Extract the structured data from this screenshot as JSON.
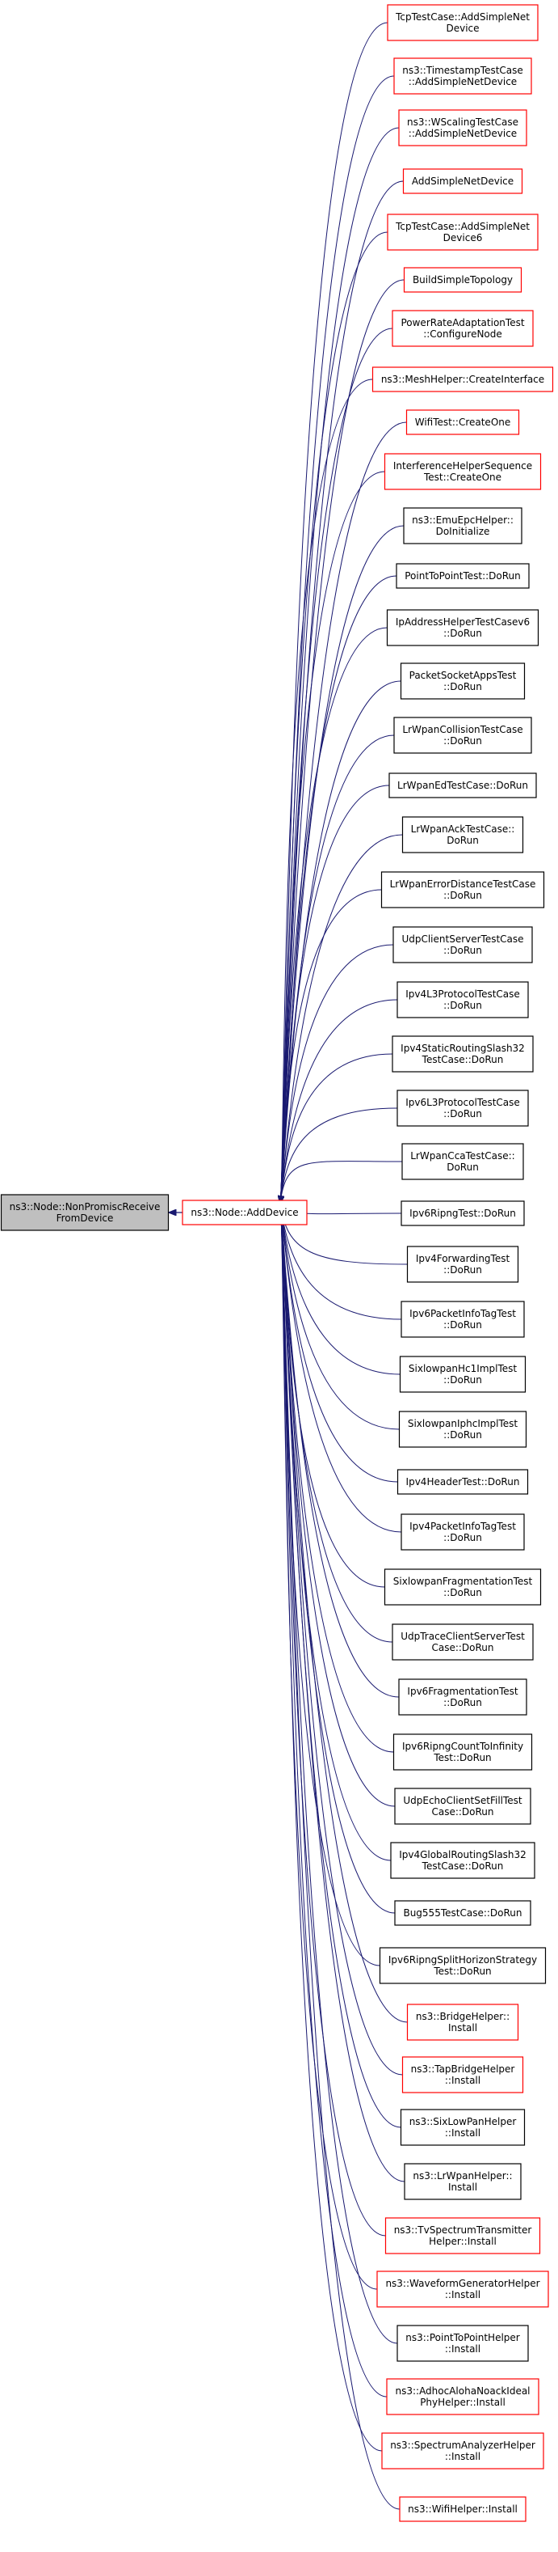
{
  "colors": {
    "edge": "#191970",
    "link_border": "#ff0000",
    "plain_border": "#000000",
    "root_fill": "#bfbfbf",
    "node_fill": "#ffffff"
  },
  "root": {
    "lines": [
      "ns3::Node::NonPromiscReceive",
      "FromDevice"
    ]
  },
  "center": {
    "lines": [
      "ns3::Node::AddDevice"
    ],
    "style": "link"
  },
  "callers": [
    {
      "lines": [
        "TcpTestCase::AddSimpleNet",
        "Device"
      ],
      "style": "link"
    },
    {
      "lines": [
        "ns3::TimestampTestCase",
        "::AddSimpleNetDevice"
      ],
      "style": "link"
    },
    {
      "lines": [
        "ns3::WScalingTestCase",
        "::AddSimpleNetDevice"
      ],
      "style": "link"
    },
    {
      "lines": [
        "AddSimpleNetDevice"
      ],
      "style": "link"
    },
    {
      "lines": [
        "TcpTestCase::AddSimpleNet",
        "Device6"
      ],
      "style": "link"
    },
    {
      "lines": [
        "BuildSimpleTopology"
      ],
      "style": "link"
    },
    {
      "lines": [
        "PowerRateAdaptationTest",
        "::ConfigureNode"
      ],
      "style": "link"
    },
    {
      "lines": [
        "ns3::MeshHelper::CreateInterface"
      ],
      "style": "link"
    },
    {
      "lines": [
        "WifiTest::CreateOne"
      ],
      "style": "link"
    },
    {
      "lines": [
        "InterferenceHelperSequence",
        "Test::CreateOne"
      ],
      "style": "link"
    },
    {
      "lines": [
        "ns3::EmuEpcHelper::",
        "DoInitialize"
      ],
      "style": "plain"
    },
    {
      "lines": [
        "PointToPointTest::DoRun"
      ],
      "style": "plain"
    },
    {
      "lines": [
        "IpAddressHelperTestCasev6",
        "::DoRun"
      ],
      "style": "plain"
    },
    {
      "lines": [
        "PacketSocketAppsTest",
        "::DoRun"
      ],
      "style": "plain"
    },
    {
      "lines": [
        "LrWpanCollisionTestCase",
        "::DoRun"
      ],
      "style": "plain"
    },
    {
      "lines": [
        "LrWpanEdTestCase::DoRun"
      ],
      "style": "plain"
    },
    {
      "lines": [
        "LrWpanAckTestCase::",
        "DoRun"
      ],
      "style": "plain"
    },
    {
      "lines": [
        "LrWpanErrorDistanceTestCase",
        "::DoRun"
      ],
      "style": "plain"
    },
    {
      "lines": [
        "UdpClientServerTestCase",
        "::DoRun"
      ],
      "style": "plain"
    },
    {
      "lines": [
        "Ipv4L3ProtocolTestCase",
        "::DoRun"
      ],
      "style": "plain"
    },
    {
      "lines": [
        "Ipv4StaticRoutingSlash32",
        "TestCase::DoRun"
      ],
      "style": "plain"
    },
    {
      "lines": [
        "Ipv6L3ProtocolTestCase",
        "::DoRun"
      ],
      "style": "plain"
    },
    {
      "lines": [
        "LrWpanCcaTestCase::",
        "DoRun"
      ],
      "style": "plain"
    },
    {
      "lines": [
        "Ipv6RipngTest::DoRun"
      ],
      "style": "plain"
    },
    {
      "lines": [
        "Ipv4ForwardingTest",
        "::DoRun"
      ],
      "style": "plain"
    },
    {
      "lines": [
        "Ipv6PacketInfoTagTest",
        "::DoRun"
      ],
      "style": "plain"
    },
    {
      "lines": [
        "SixlowpanHc1ImplTest",
        "::DoRun"
      ],
      "style": "plain"
    },
    {
      "lines": [
        "SixlowpanIphcImplTest",
        "::DoRun"
      ],
      "style": "plain"
    },
    {
      "lines": [
        "Ipv4HeaderTest::DoRun"
      ],
      "style": "plain"
    },
    {
      "lines": [
        "Ipv4PacketInfoTagTest",
        "::DoRun"
      ],
      "style": "plain"
    },
    {
      "lines": [
        "SixlowpanFragmentationTest",
        "::DoRun"
      ],
      "style": "plain"
    },
    {
      "lines": [
        "UdpTraceClientServerTest",
        "Case::DoRun"
      ],
      "style": "plain"
    },
    {
      "lines": [
        "Ipv6FragmentationTest",
        "::DoRun"
      ],
      "style": "plain"
    },
    {
      "lines": [
        "Ipv6RipngCountToInfinity",
        "Test::DoRun"
      ],
      "style": "plain"
    },
    {
      "lines": [
        "UdpEchoClientSetFillTest",
        "Case::DoRun"
      ],
      "style": "plain"
    },
    {
      "lines": [
        "Ipv4GlobalRoutingSlash32",
        "TestCase::DoRun"
      ],
      "style": "plain"
    },
    {
      "lines": [
        "Bug555TestCase::DoRun"
      ],
      "style": "plain"
    },
    {
      "lines": [
        "Ipv6RipngSplitHorizonStrategy",
        "Test::DoRun"
      ],
      "style": "plain"
    },
    {
      "lines": [
        "ns3::BridgeHelper::",
        "Install"
      ],
      "style": "link"
    },
    {
      "lines": [
        "ns3::TapBridgeHelper",
        "::Install"
      ],
      "style": "link"
    },
    {
      "lines": [
        "ns3::SixLowPanHelper",
        "::Install"
      ],
      "style": "plain"
    },
    {
      "lines": [
        "ns3::LrWpanHelper::",
        "Install"
      ],
      "style": "plain"
    },
    {
      "lines": [
        "ns3::TvSpectrumTransmitter",
        "Helper::Install"
      ],
      "style": "link"
    },
    {
      "lines": [
        "ns3::WaveformGeneratorHelper",
        "::Install"
      ],
      "style": "link"
    },
    {
      "lines": [
        "ns3::PointToPointHelper",
        "::Install"
      ],
      "style": "plain"
    },
    {
      "lines": [
        "ns3::AdhocAlohaNoackIdeal",
        "PhyHelper::Install"
      ],
      "style": "link"
    },
    {
      "lines": [
        "ns3::SpectrumAnalyzerHelper",
        "::Install"
      ],
      "style": "link"
    },
    {
      "lines": [
        "ns3::WifiHelper::Install"
      ],
      "style": "link"
    }
  ]
}
